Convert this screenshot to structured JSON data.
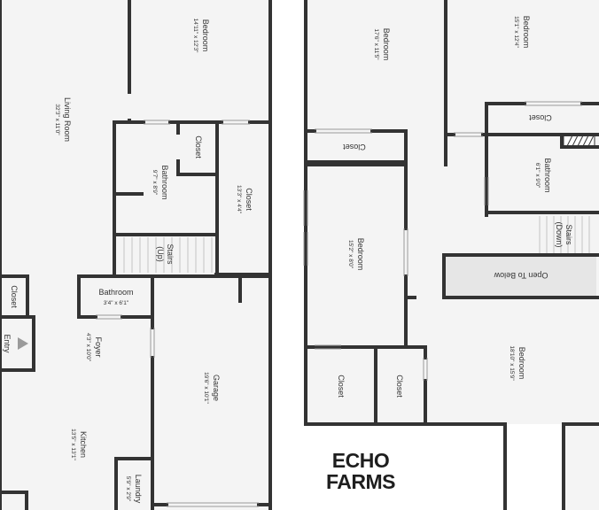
{
  "colors": {
    "wall": "#333333",
    "floor": "#f4f4f4",
    "open_below": "#e6e6e6",
    "background": "#ffffff",
    "text": "#333333"
  },
  "brand": {
    "line1": "ECHO",
    "line2": "FARMS"
  },
  "rooms": {
    "living_room": {
      "name": "Living Room",
      "dim": "32'3\" x 11'0\""
    },
    "bedroom_main_1": {
      "name": "Bedroom",
      "dim": "14'11\" x 12'3\""
    },
    "closet_main_1": {
      "name": "Closet"
    },
    "bathroom_main": {
      "name": "Bathroom",
      "dim": "9'7\" x 8'9\""
    },
    "closet_main_2": {
      "name": "Closet",
      "dim": "13'3\" x 4'4\""
    },
    "stairs_up": {
      "name": "Stairs",
      "sub": "(Up)"
    },
    "closet_entry": {
      "name": "Closet"
    },
    "entry": {
      "name": "Entry"
    },
    "bathroom_small": {
      "name": "Bathroom",
      "dim": "3'4\" x 6'1\""
    },
    "foyer": {
      "name": "Foyer",
      "dim": "4'3\" x 10'0\""
    },
    "garage": {
      "name": "Garage",
      "dim": "19'6\" x 10'1\""
    },
    "kitchen": {
      "name": "Kitchen",
      "dim": "13'5\" x 13'1\""
    },
    "laundry": {
      "name": "Laundry",
      "dim": "5'9\" x 2'9\""
    },
    "bedroom_up_1": {
      "name": "Bedroom",
      "dim": "17'6\" x 11'5\""
    },
    "bedroom_up_2": {
      "name": "Bedroom",
      "dim": "15'1\" x 12'4\""
    },
    "closet_up_1": {
      "name": "Closet"
    },
    "closet_up_2": {
      "name": "Closet"
    },
    "bathroom_up": {
      "name": "Bathroom",
      "dim": "6'1\" x 9'0\""
    },
    "bedroom_up_3": {
      "name": "Bedroom",
      "dim": "15'2\" x 8'0\""
    },
    "stairs_down": {
      "name": "Stairs",
      "sub": "(Down)"
    },
    "open_below": {
      "name": "Open To Below"
    },
    "bedroom_up_4": {
      "name": "Bedroom",
      "dim": "18'10\" x 15'9\""
    },
    "closet_up_3": {
      "name": "Closet"
    },
    "closet_up_4": {
      "name": "Closet"
    }
  }
}
